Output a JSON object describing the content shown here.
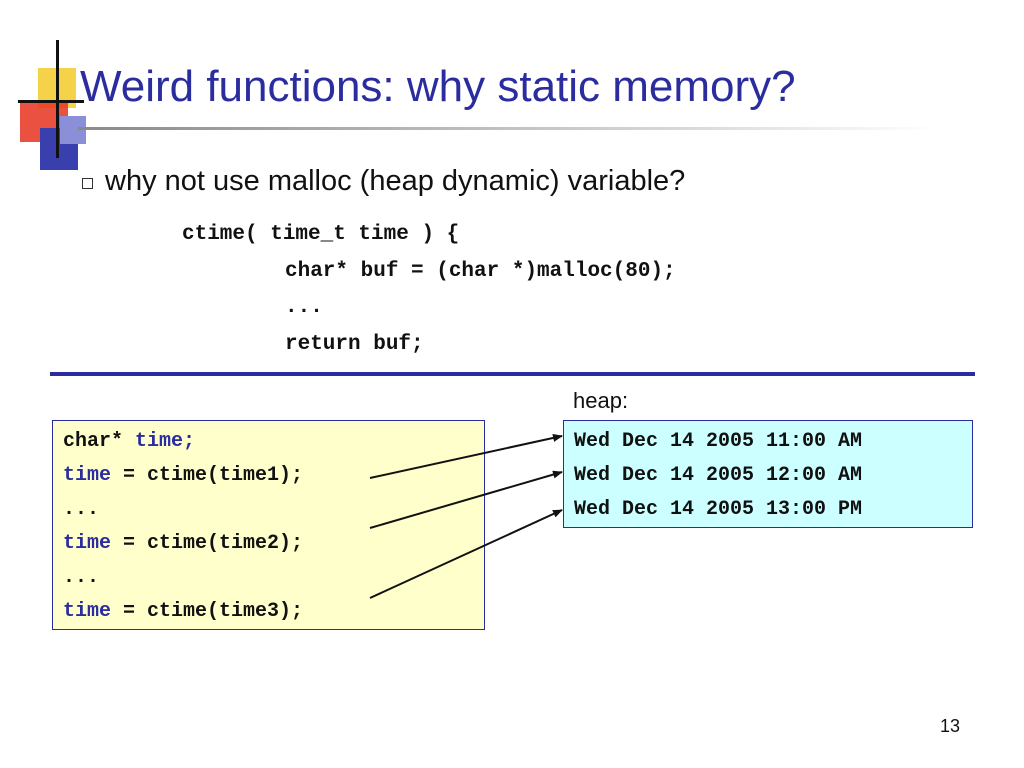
{
  "slide": {
    "title": "Weird functions: why static memory?",
    "bullet": "why not use malloc (heap dynamic) variable?",
    "code_lines": [
      "ctime( time_t time ) {",
      "char* buf = (char *)malloc(80);",
      "...",
      "return buf;"
    ],
    "heap_label": "heap:",
    "left_box": [
      {
        "a": "char* ",
        "b": "time;",
        "c": ""
      },
      {
        "a": "",
        "b": "time",
        "c": " = ctime(time1);"
      },
      {
        "a": "...",
        "b": "",
        "c": ""
      },
      {
        "a": "",
        "b": "time",
        "c": " = ctime(time2);"
      },
      {
        "a": "...",
        "b": "",
        "c": ""
      },
      {
        "a": "",
        "b": "time",
        "c": " = ctime(time3);"
      }
    ],
    "heap_values": [
      "Wed Dec 14 2005 11:00 AM",
      "Wed Dec 14 2005 12:00 AM",
      "Wed Dec 14 2005 13:00 PM"
    ],
    "page_number": "13"
  },
  "colors": {
    "title": "#2b2d9f",
    "keyword": "#2b2d9f",
    "code_box_bg": "#ffffcc",
    "heap_box_bg": "#ccffff"
  },
  "icons": {
    "bullet": "hollow-square-bullet-icon"
  }
}
